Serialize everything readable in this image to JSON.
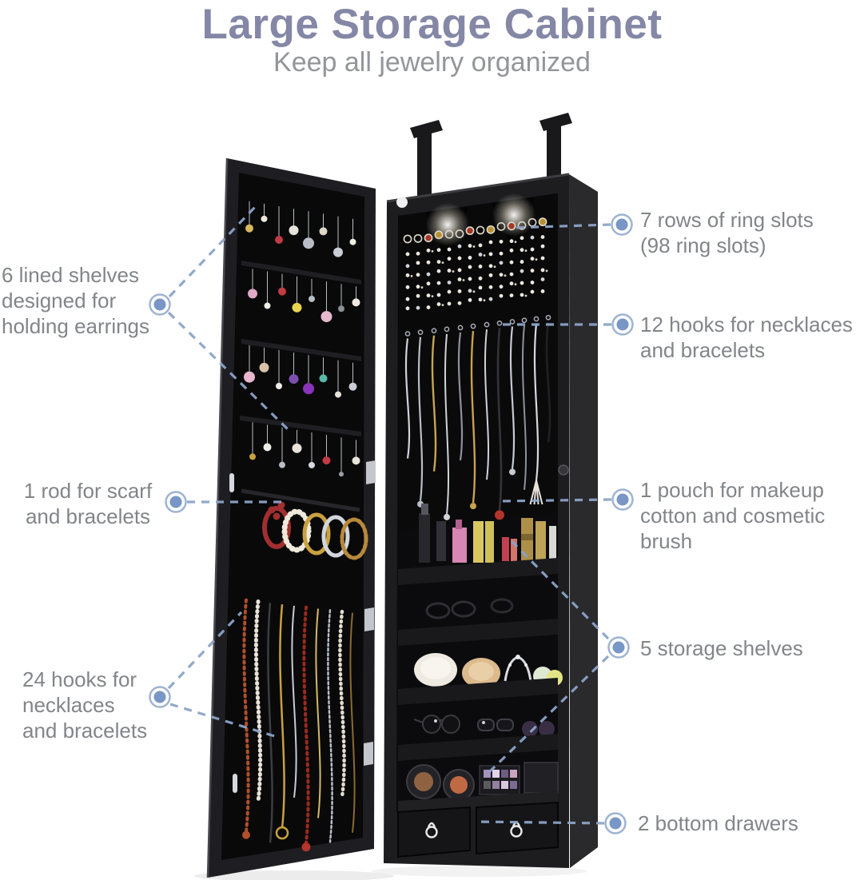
{
  "header": {
    "title": "Large Storage Cabinet",
    "subtitle": "Keep all jewelry organized"
  },
  "callouts": [
    {
      "id": "lined-shelves",
      "side": "left",
      "text": "6 lined shelves\ndesigned for\nholding earrings"
    },
    {
      "id": "scarf-rod",
      "side": "left",
      "text": "1 rod for scarf\nand bracelets"
    },
    {
      "id": "hooks-24",
      "side": "left",
      "text": "24 hooks for\nnecklaces\nand bracelets"
    },
    {
      "id": "ring-slots",
      "side": "right",
      "text": "7 rows of ring slots\n(98 ring slots)"
    },
    {
      "id": "hooks-12",
      "side": "right",
      "text": "12 hooks for necklaces\nand bracelets"
    },
    {
      "id": "makeup-pouch",
      "side": "right",
      "text": "1 pouch for makeup\ncotton and cosmetic\nbrush"
    },
    {
      "id": "storage-shelves",
      "side": "right",
      "text": "5 storage shelves"
    },
    {
      "id": "bottom-drawers",
      "side": "right",
      "text": "2 bottom drawers"
    }
  ],
  "colors": {
    "title": "#8487a5",
    "subtitle": "#939599",
    "label": "#828589",
    "leader": "#8ba3c7",
    "marker": "#7896c6",
    "marker-ring": "#9fb4d2",
    "cabinet": "#1d1d20"
  }
}
